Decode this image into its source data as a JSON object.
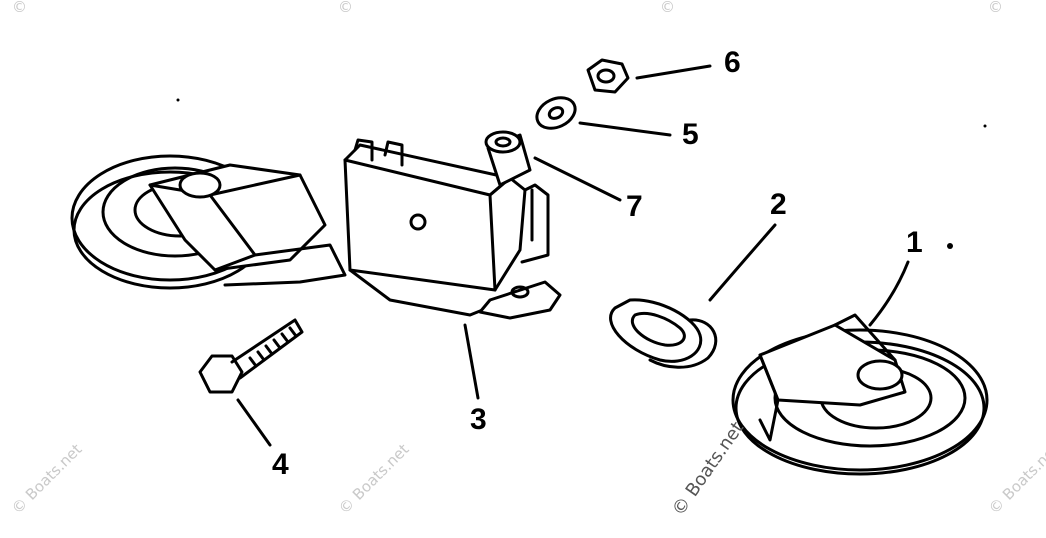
{
  "callouts": {
    "c1": "1",
    "c2": "2",
    "c3": "3",
    "c4": "4",
    "c5": "5",
    "c6": "6",
    "c7": "7"
  },
  "watermark": {
    "text": "© Boats.net",
    "center_text": "© Boats.net",
    "corner": "©"
  },
  "colors": {
    "line": "#000000",
    "background": "#ffffff",
    "watermark": "#c9c9c9"
  }
}
